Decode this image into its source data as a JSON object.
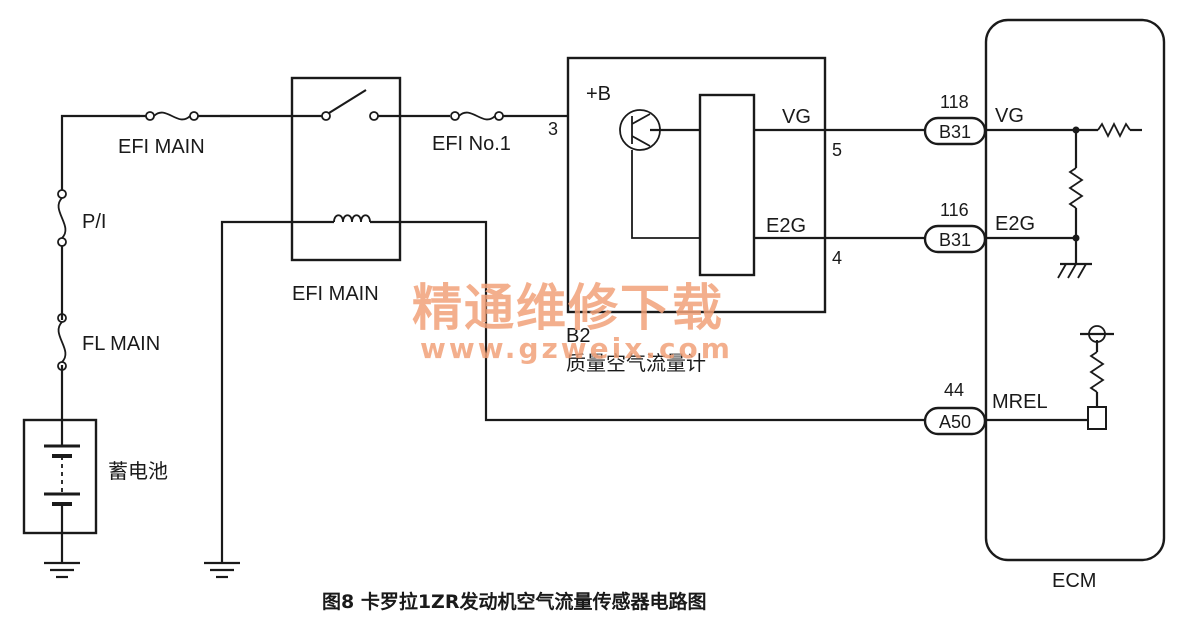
{
  "labels": {
    "efi_main_fuse": "EFI MAIN",
    "pi_fuse": "P/I",
    "fl_main_fuse": "FL MAIN",
    "battery": "蓄电池",
    "efi_main_relay": "EFI MAIN",
    "efi_no1_fuse": "EFI No.1",
    "sensor_plus_b": "+B",
    "sensor_pin_3": "3",
    "sensor_vg": "VG",
    "sensor_pin_5": "5",
    "sensor_e2g": "E2G",
    "sensor_pin_4": "4",
    "sensor_id": "B2",
    "sensor_name": "质量空气流量计",
    "ecm": "ECM"
  },
  "ecm_connectors": [
    {
      "pin": "118",
      "connector": "B31",
      "signal": "VG"
    },
    {
      "pin": "116",
      "connector": "B31",
      "signal": "E2G"
    },
    {
      "pin": "44",
      "connector": "A50",
      "signal": "MREL"
    }
  ],
  "watermark": {
    "line1": "精通维修下载",
    "line2": "www.gzweix.com",
    "color": "#f2a27a"
  },
  "caption": "图8  卡罗拉1ZR发动机空气流量传感器电路图"
}
